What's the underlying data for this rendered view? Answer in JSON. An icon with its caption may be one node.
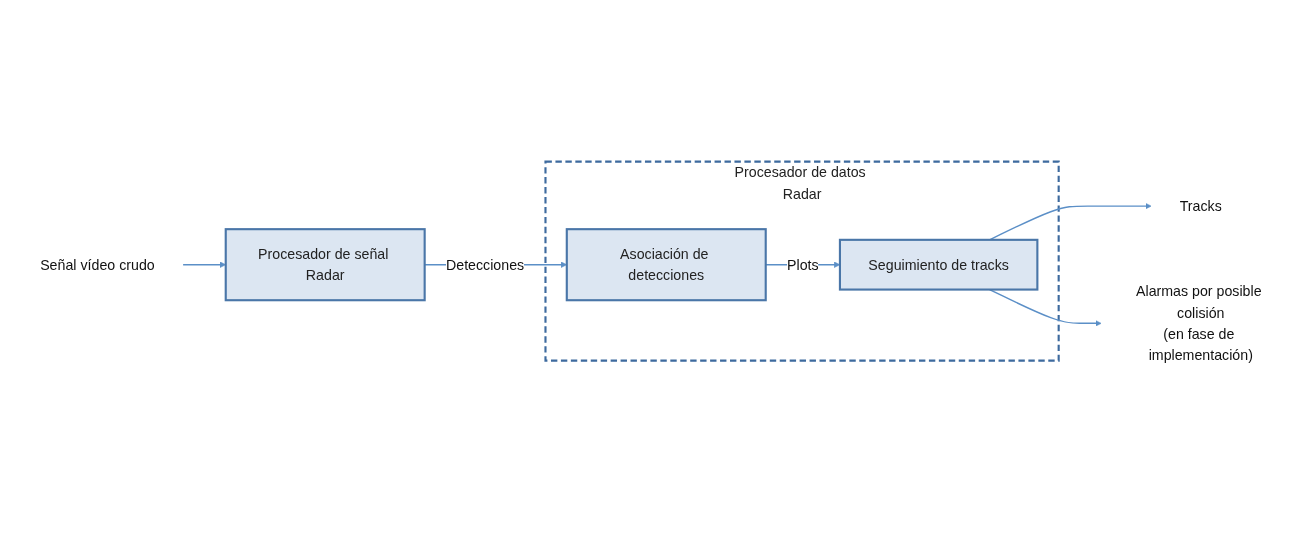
{
  "diagram": {
    "nodes": [
      {
        "text": [
          "Señal vídeo crudo"
        ]
      },
      {
        "text": [
          "Procesador de señal Radar"
        ]
      },
      {
        "text": [
          "Procesador de datos Radar"
        ]
      },
      {
        "text": [
          "Asociación de detecciones"
        ],
        "in": 2
      },
      {
        "text": [
          "Seguimiento de tracks"
        ],
        "in": 2
      },
      {
        "text": [
          "Tracks"
        ]
      },
      {
        "text": [
          "Alarmas por posible colisión",
          "(en fase de implementación)"
        ]
      }
    ],
    "edges": [
      {
        "from": 0,
        "to": 1,
        "arrow": "to"
      },
      {
        "from": 1,
        "to": 3,
        "label": "Detecciones",
        "arrow": "to"
      },
      {
        "from": 3,
        "to": 4,
        "label": "Plots",
        "arrow": "to"
      },
      {
        "from": 4,
        "to": 5,
        "arrow": "to"
      },
      {
        "from": 4,
        "to": 6,
        "arrow": "to"
      }
    ]
  }
}
